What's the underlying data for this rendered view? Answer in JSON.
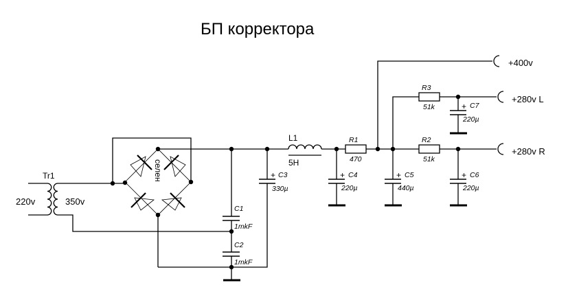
{
  "title": "БП корректора",
  "transformer": {
    "ref": "Tr1",
    "primary": "220v",
    "secondary": "350v"
  },
  "bridge": {
    "label": "селен"
  },
  "components": {
    "C1": {
      "ref": "C1",
      "value": "1mkF"
    },
    "C2": {
      "ref": "C2",
      "value": "1mkF"
    },
    "C3": {
      "ref": "C3",
      "value": "330µ"
    },
    "L1": {
      "ref": "L1",
      "value": "5H"
    },
    "R1": {
      "ref": "R1",
      "value": "470"
    },
    "C4": {
      "ref": "C4",
      "value": "220µ"
    },
    "C5": {
      "ref": "C5",
      "value": "440µ"
    },
    "R2": {
      "ref": "R2",
      "value": "51k"
    },
    "R3": {
      "ref": "R3",
      "value": "51k"
    },
    "C6": {
      "ref": "C6",
      "value": "220µ"
    },
    "C7": {
      "ref": "C7",
      "value": "220µ"
    }
  },
  "outputs": {
    "out400": "+400v",
    "out280L": "+280v L",
    "out280R": "+280v R"
  },
  "polarity_mark": "+"
}
